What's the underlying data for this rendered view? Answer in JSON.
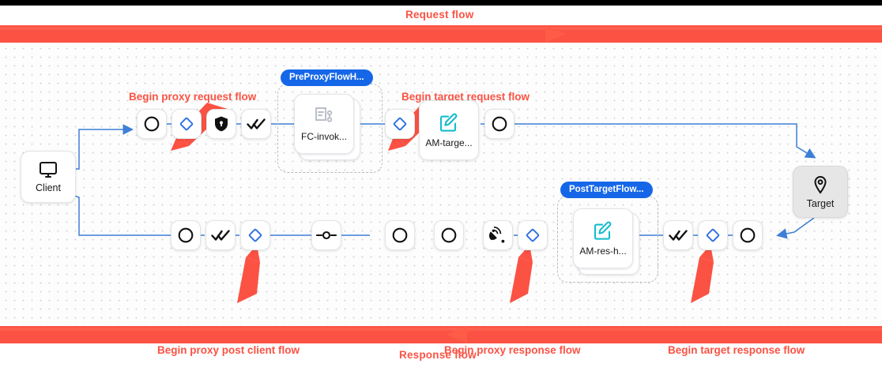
{
  "banners": {
    "request_label": "Request flow",
    "response_label": "Response flow",
    "color": "#fb5243"
  },
  "annotations": [
    {
      "id": "begin-proxy-request-flow",
      "label": "Begin proxy request flow"
    },
    {
      "id": "begin-target-request-flow",
      "label": "Begin target request flow"
    },
    {
      "id": "begin-proxy-post-client-flow",
      "label": "Begin proxy post client flow"
    },
    {
      "id": "begin-proxy-response-flow",
      "label": "Begin proxy response flow"
    },
    {
      "id": "begin-target-response-flow",
      "label": "Begin target response flow"
    }
  ],
  "endpoints": {
    "client": {
      "label": "Client",
      "icon": "monitor-icon"
    },
    "target": {
      "label": "Target",
      "icon": "map-pin-icon"
    }
  },
  "groups": [
    {
      "id": "pre-proxy-flow-hook",
      "tag": "PreProxyFlowH..."
    },
    {
      "id": "post-target-flow-hook",
      "tag": "PostTargetFlow..."
    }
  ],
  "policies": [
    {
      "id": "fc-invoke",
      "label": "FC-invok...",
      "icon": "flow-callout-icon",
      "icon_color": "#b9bec6"
    },
    {
      "id": "am-target",
      "label": "AM-targe...",
      "icon": "assign-message-icon",
      "icon_color": "#16bccf"
    },
    {
      "id": "am-res-h",
      "label": "AM-res-h...",
      "icon": "assign-message-icon",
      "icon_color": "#16bccf"
    }
  ],
  "request_row": [
    {
      "id": "req-start",
      "icon": "circle-icon"
    },
    {
      "id": "req-proxy-flow-start",
      "icon": "diamond-icon"
    },
    {
      "id": "req-security",
      "icon": "shield-lock-icon"
    },
    {
      "id": "req-checks",
      "icon": "double-check-icon"
    },
    {
      "id": "req-target-flow-start",
      "icon": "diamond-icon"
    },
    {
      "id": "req-target-end",
      "icon": "circle-icon"
    }
  ],
  "response_row": [
    {
      "id": "res-client-end",
      "icon": "circle-icon"
    },
    {
      "id": "res-checks",
      "icon": "double-check-icon"
    },
    {
      "id": "res-post-client-flow-start",
      "icon": "diamond-icon"
    },
    {
      "id": "res-junction",
      "icon": "junction-icon"
    },
    {
      "id": "res-circle-a",
      "icon": "circle-icon"
    },
    {
      "id": "res-circle-b",
      "icon": "circle-icon"
    },
    {
      "id": "res-broadcast",
      "icon": "satellite-dish-icon"
    },
    {
      "id": "res-proxy-response-flow-start",
      "icon": "diamond-icon"
    },
    {
      "id": "res-target-checks",
      "icon": "double-check-icon"
    },
    {
      "id": "res-target-flow-start",
      "icon": "diamond-icon"
    },
    {
      "id": "res-target-start",
      "icon": "circle-icon"
    }
  ],
  "colors": {
    "edge": "#3d7fd6",
    "accent_blue": "#1667e8",
    "diamond": "#2d6fe0",
    "teal": "#16bccf",
    "annotation_red": "#fb5243"
  }
}
